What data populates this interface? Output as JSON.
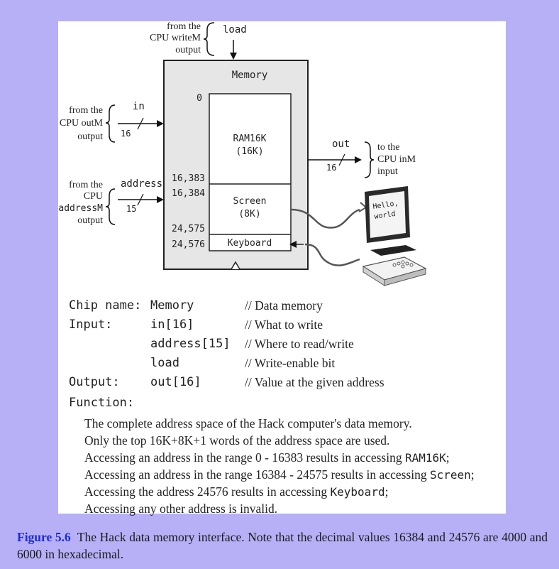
{
  "diagram": {
    "load_source": [
      "from the",
      "CPU writeM",
      "output"
    ],
    "load_label": "load",
    "memory_title": "Memory",
    "in_source": [
      "from the",
      "CPU outM",
      "output"
    ],
    "in_label": "in",
    "in_width": "16",
    "address_source": [
      "from the",
      "CPU",
      "addressM",
      "output"
    ],
    "address_label": "address",
    "address_width": "15",
    "out_label": "out",
    "out_width": "16",
    "out_dest": [
      "to the",
      "CPU inM",
      "input"
    ],
    "addr_0": "0",
    "addr_16383": "16,383",
    "addr_16384": "16,384",
    "addr_24575": "24,575",
    "addr_24576": "24,576",
    "ram_name": "RAM16K",
    "ram_size": "(16K)",
    "screen_name": "Screen",
    "screen_size": "(8K)",
    "keyboard_name": "Keyboard",
    "monitor_text": [
      "Hello,",
      "world"
    ]
  },
  "spec": {
    "chip_label": "Chip name:",
    "chip_value": "Memory",
    "chip_comment": "// Data memory",
    "input_label": "Input:",
    "input_in": "in[16]",
    "input_in_comment": "// What to write",
    "input_address": "address[15]",
    "input_address_comment": "// Where to read/write",
    "input_load": "load",
    "input_load_comment": "// Write-enable bit",
    "output_label": "Output:",
    "output_out": "out[16]",
    "output_out_comment": "// Value at the given address",
    "function_label": "Function:",
    "line1": "The complete address space of the Hack computer's data memory.",
    "line2": "Only the top 16K+8K+1 words of the address space are used.",
    "line3_pre": "Accessing an address in the range 0 - 16383 results in accessing ",
    "line3_code": "RAM16K",
    "line3_post": ";",
    "line4_pre": "Accessing an address in the range 16384 - 24575 results in accessing ",
    "line4_code": "Screen",
    "line4_post": ";",
    "line5_pre": "Accessing the address 24576 results in accessing ",
    "line5_code": "Keyboard",
    "line5_post": ";",
    "line6": "Accessing any other address is invalid."
  },
  "caption": {
    "figure_label": "Figure 5.6",
    "text": "  The Hack data memory interface. Note that the decimal values 16384 and 24576 are 4000 and 6000 in hexadecimal."
  },
  "colors": {
    "background": "#b7b0f7",
    "figure_label": "#1d2bd8",
    "memory_box": "#e6e6e6"
  }
}
